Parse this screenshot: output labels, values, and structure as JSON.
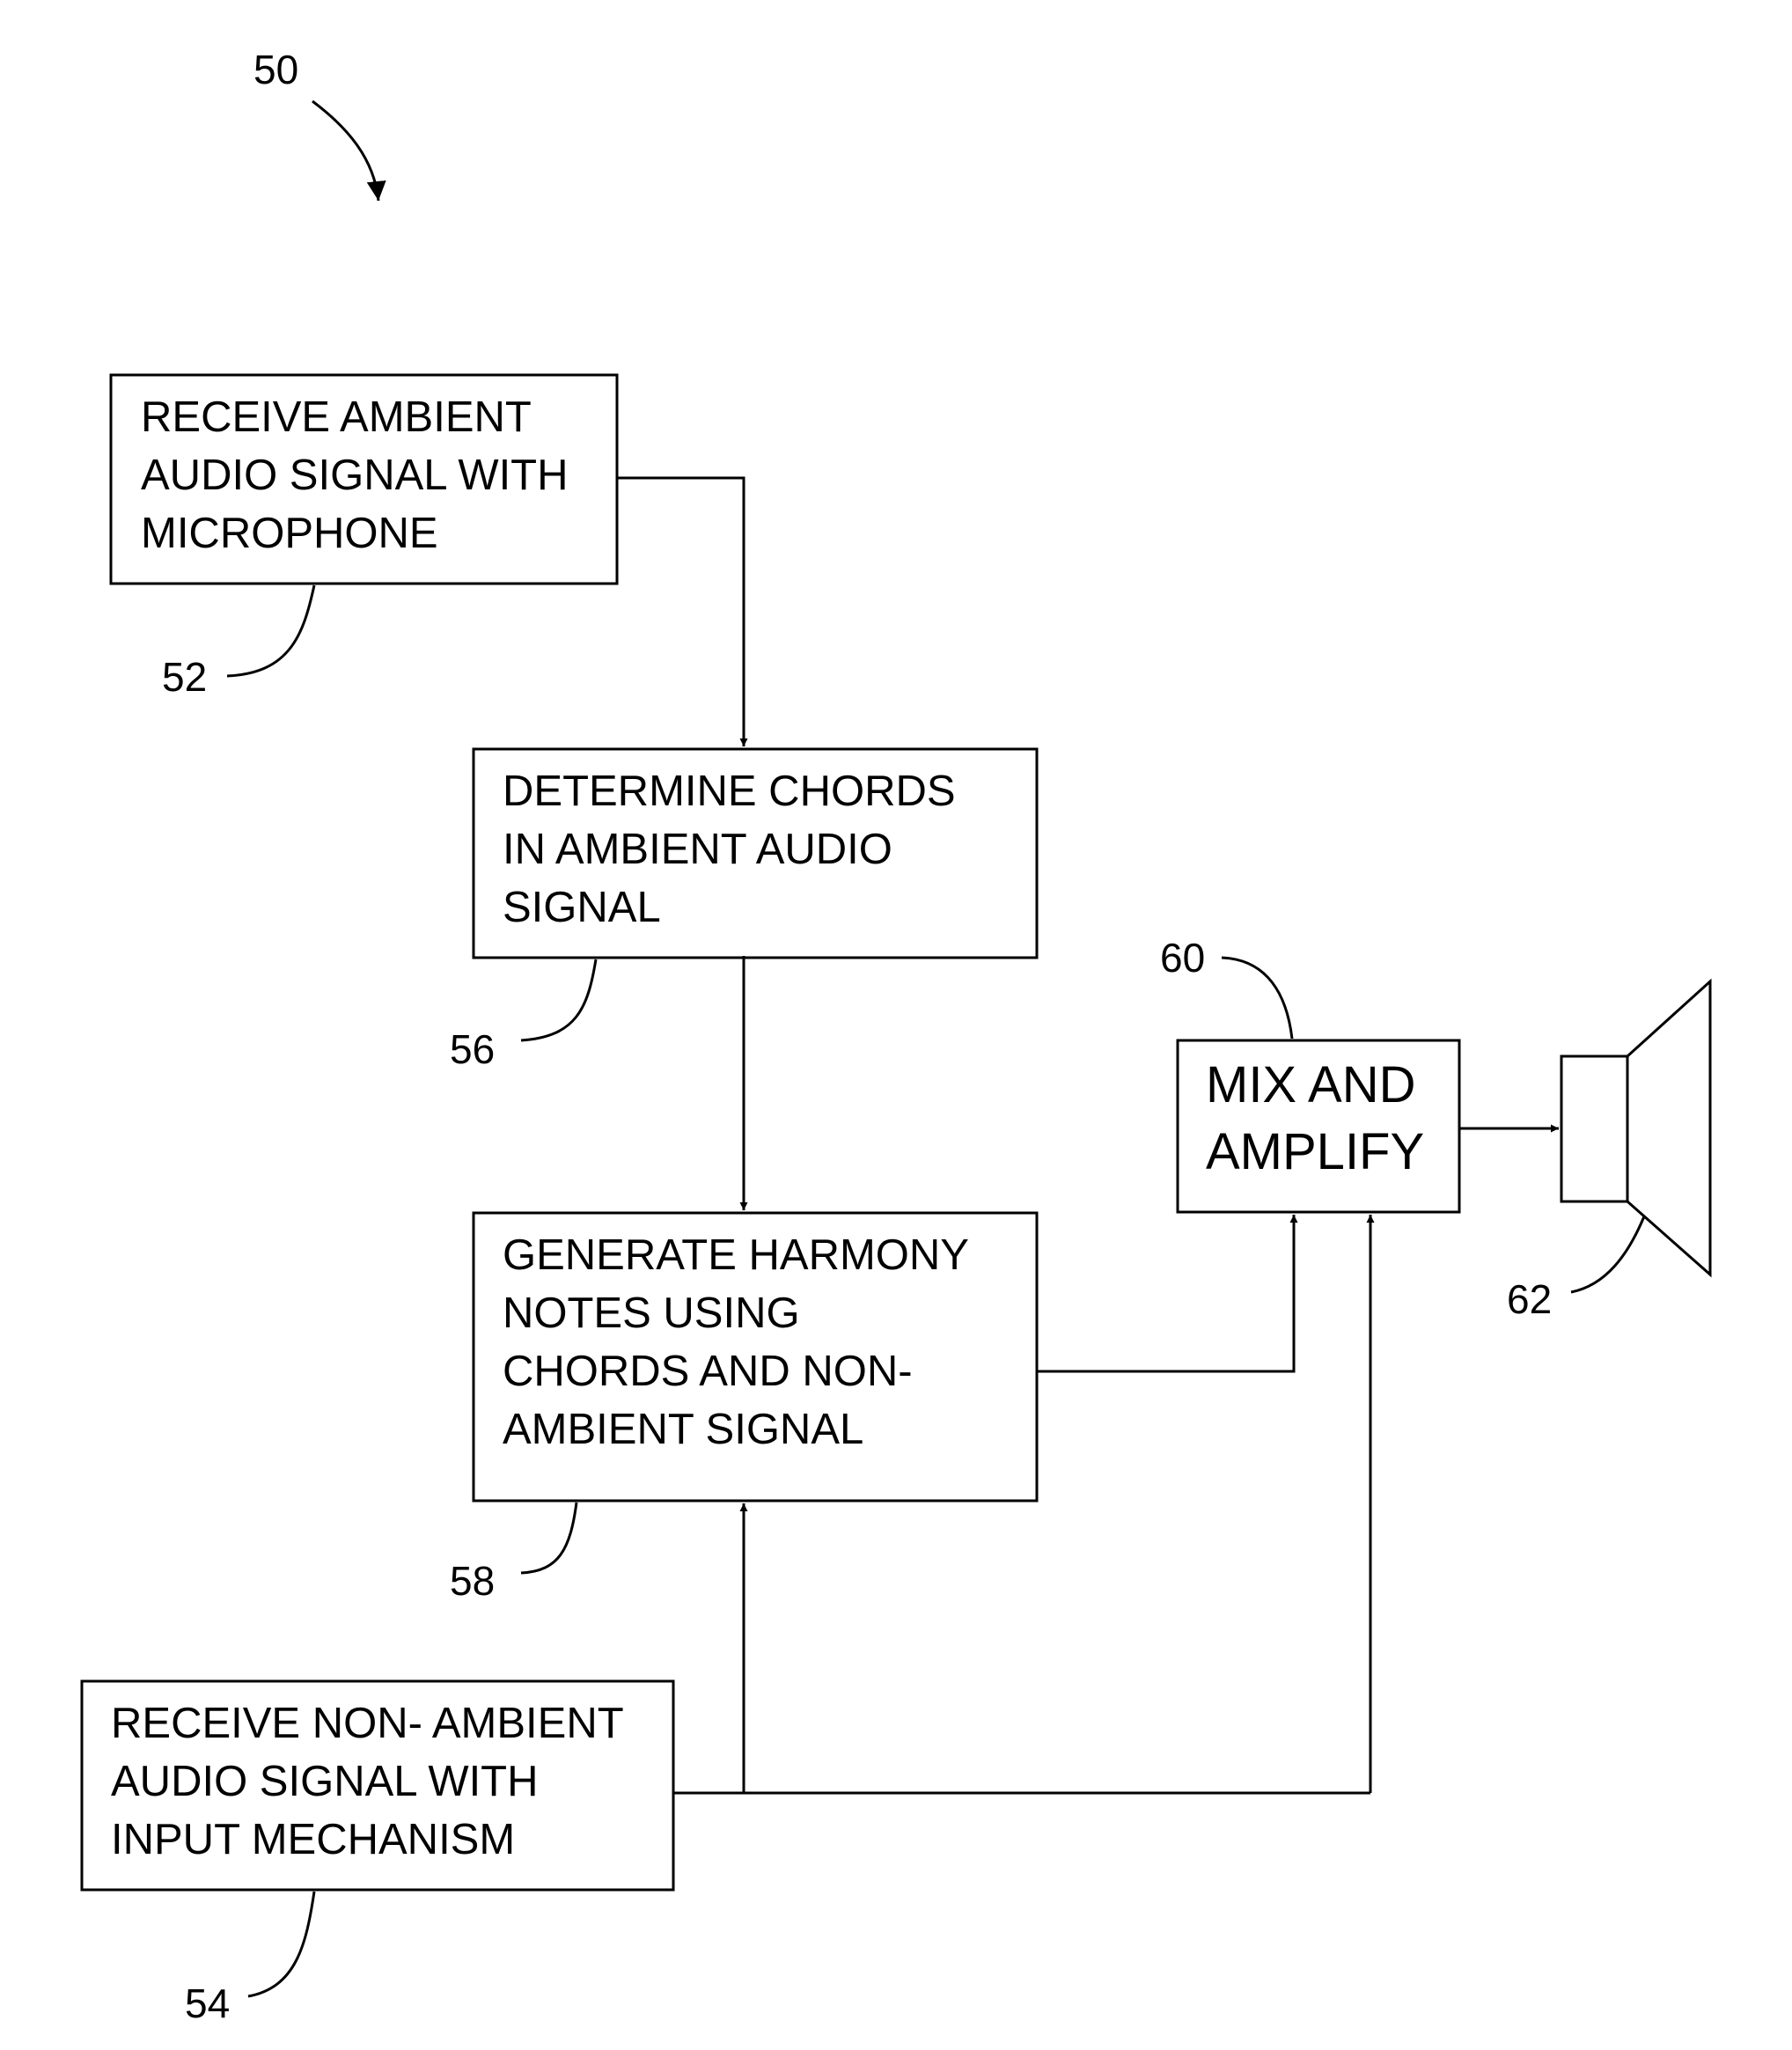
{
  "figure": {
    "ref": "50",
    "steps": [
      {
        "id": "receive_ambient",
        "ref": "52",
        "lines": [
          "RECEIVE AMBIENT",
          "AUDIO SIGNAL WITH",
          "MICROPHONE"
        ]
      },
      {
        "id": "determine_chords",
        "ref": "56",
        "lines": [
          "DETERMINE CHORDS",
          "IN AMBIENT AUDIO",
          "SIGNAL"
        ]
      },
      {
        "id": "generate_harmony",
        "ref": "58",
        "lines": [
          "GENERATE HARMONY",
          "NOTES USING",
          "CHORDS AND NON-",
          "AMBIENT SIGNAL"
        ]
      },
      {
        "id": "receive_non_ambient",
        "ref": "54",
        "lines": [
          "RECEIVE NON- AMBIENT",
          "AUDIO SIGNAL WITH",
          "INPUT MECHANISM"
        ]
      },
      {
        "id": "mix_amplify",
        "ref": "60",
        "lines": [
          "MIX AND",
          "AMPLIFY"
        ]
      }
    ],
    "speaker": {
      "ref": "62"
    }
  }
}
